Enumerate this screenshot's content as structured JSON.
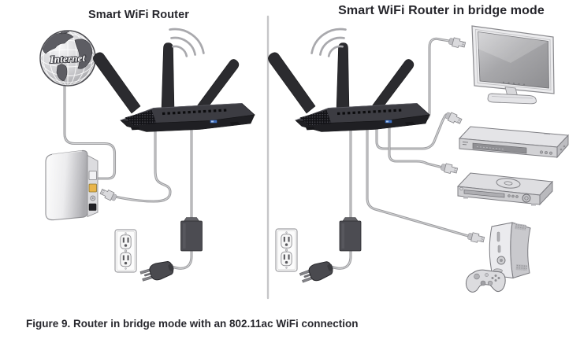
{
  "figure": {
    "left_title": "Smart WiFi Router",
    "right_title": "Smart WiFi Router in bridge mode",
    "caption": "Figure 9. Router in bridge mode with an 802.11ac WiFi connection",
    "internet_label": "Internet"
  },
  "panels": {
    "left": {
      "icons": [
        "internet-globe-icon",
        "wifi-signal-icon",
        "wifi-router-icon",
        "modem-icon",
        "ethernet-connector-icon",
        "power-adapter-icon",
        "power-plug-icon",
        "wall-outlet-icon"
      ]
    },
    "right": {
      "icons": [
        "wifi-signal-icon",
        "wifi-router-icon",
        "tv-monitor-icon",
        "set-top-box-icon",
        "blu-ray-player-icon",
        "game-console-icon",
        "game-controller-icon",
        "ethernet-connector-icon",
        "power-adapter-icon",
        "power-plug-icon",
        "wall-outlet-icon"
      ]
    }
  },
  "colors": {
    "title_text": "#26262c",
    "caption_text": "#28282e",
    "divider": "#c6c6c8",
    "cable": "#9b9b9e",
    "wifi_signal": "#a9a9ad",
    "router_body": "#2b2b2f",
    "modem_port_yellow": "#e9b54b",
    "usb_led_blue": "#3e6fc0",
    "device_gray": "#d6d6d8",
    "adapter_dark": "#4c4c52",
    "background": "#ffffff"
  }
}
